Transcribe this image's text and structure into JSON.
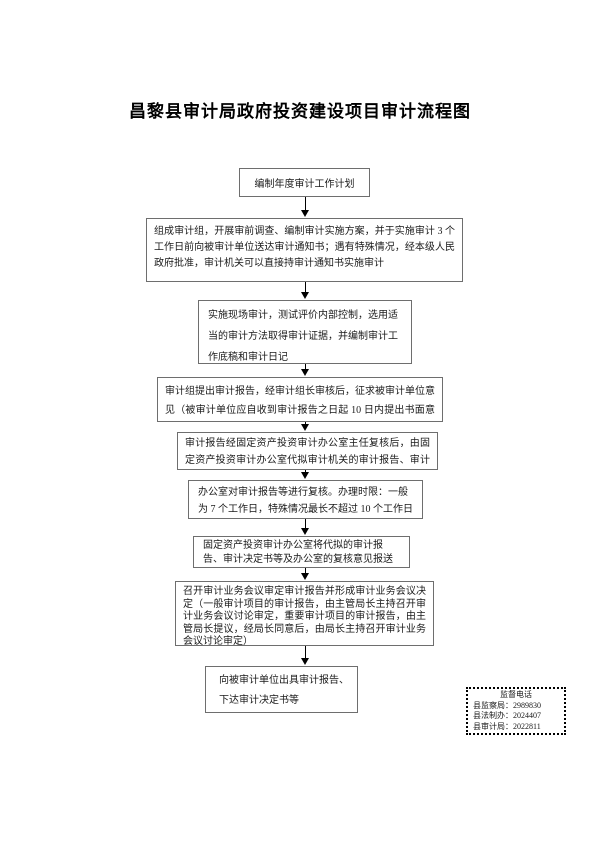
{
  "page_title": "昌黎县审计局政府投资建设项目审计流程图",
  "flowchart": {
    "steps": [
      {
        "text": "编制年度审计工作计划"
      },
      {
        "text": "组成审计组，开展审前调查、编制审计实施方案，并于实施审计 3 个工作日前向被审计单位送达审计通知书；遇有特殊情况，经本级人民政府批准，审计机关可以直接持审计通知书实施审计"
      },
      {
        "text": "实施现场审计，测试评价内部控制，选用适当的审计方法取得审计证据，并编制审计工作底稿和审计日记"
      },
      {
        "text": "审计组提出审计报告，经审计组长审核后，征求被审计单位意见（被审计单位应自收到审计报告之日起 10 日内提出书面意见）"
      },
      {
        "text": "审计报告经固定资产投资审计办公室主任复核后，由固定资产投资审计办公室代拟审计机关的审计报告、审计决定书等"
      },
      {
        "text": "办公室对审计报告等进行复核。办理时限：一般为 7 个工作日，特殊情况最长不超过 10 个工作日"
      },
      {
        "text": "固定资产投资审计办公室将代拟的审计报告、审计决定书等及办公室的复核意见报送主管局长"
      },
      {
        "text": "召开审计业务会议审定审计报告并形成审计业务会议决定（一般审计项目的审计报告，由主管局长主持召开审计业务会议讨论审定，重要审计项目的审计报告，由主管局长提议，经局长同意后，由局长主持召开审计业务会议讨论审定）"
      },
      {
        "text": "向被审计单位出具审计报告、下达审计决定书等"
      }
    ]
  },
  "contact_box": {
    "title": "监督电话",
    "entries": [
      {
        "label": "县监察局：",
        "phone": "2989830"
      },
      {
        "label": "县法制办：",
        "phone": "2024407"
      },
      {
        "label": "县审计局：",
        "phone": "2022811"
      }
    ]
  }
}
